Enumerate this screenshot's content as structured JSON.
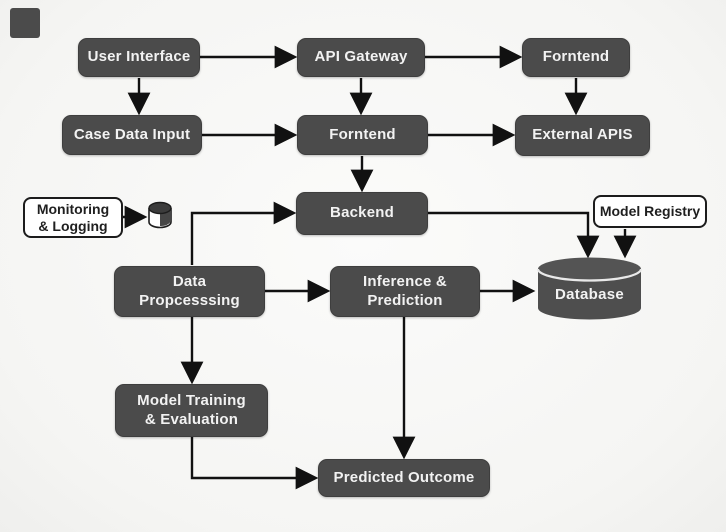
{
  "diagram": {
    "title": "ML system architecture flowchart",
    "nodes": {
      "user_interface": {
        "label": "User Interface"
      },
      "api_gateway": {
        "label": "API Gateway"
      },
      "frontend_top": {
        "label": "Forntend"
      },
      "case_data_input": {
        "label": "Case Data Input"
      },
      "frontend_mid": {
        "label": "Forntend"
      },
      "external_apis": {
        "label": "External APIS"
      },
      "monitoring_logging": {
        "label": "Monitoring\n& Logging"
      },
      "backend": {
        "label": "Backend"
      },
      "model_registry": {
        "label": "Model Registry"
      },
      "data_processing": {
        "label": "Data\nPropcesssing"
      },
      "inference_prediction": {
        "label": "Inference &\nPrediction"
      },
      "database": {
        "label": "Database"
      },
      "model_training": {
        "label": "Model Training\n& Evaluation"
      },
      "predicted_outcome": {
        "label": "Predicted Outcome"
      }
    },
    "icons": {
      "log_store": "database-cylinder-icon",
      "database": "database-cylinder"
    },
    "edges": [
      {
        "from": "User Interface",
        "to": "API Gateway"
      },
      {
        "from": "API Gateway",
        "to": "Forntend (top)"
      },
      {
        "from": "User Interface",
        "to": "Case Data Input"
      },
      {
        "from": "API Gateway",
        "to": "Forntend (middle)"
      },
      {
        "from": "Forntend (top)",
        "to": "External APIS"
      },
      {
        "from": "Case Data Input",
        "to": "Forntend (middle)"
      },
      {
        "from": "Forntend (middle)",
        "to": "External APIS"
      },
      {
        "from": "Forntend (middle)",
        "to": "Backend"
      },
      {
        "from": "Monitoring & Logging",
        "to": "log store"
      },
      {
        "from": "Data Propcesssing",
        "to": "Backend"
      },
      {
        "from": "Backend",
        "to": "Database"
      },
      {
        "from": "Model Registry",
        "to": "Database"
      },
      {
        "from": "Data Propcesssing",
        "to": "Inference & Prediction"
      },
      {
        "from": "Inference & Prediction",
        "to": "Database"
      },
      {
        "from": "Data Propcesssing",
        "to": "Model Training & Evaluation"
      },
      {
        "from": "Model Training & Evaluation",
        "to": "Predicted Outcome"
      },
      {
        "from": "Inference & Prediction",
        "to": "Predicted Outcome"
      }
    ],
    "colors": {
      "node_fill": "#4b4b4b",
      "node_border": "#3e3e3e",
      "node_text": "#f2f2f2",
      "outline_fill": "#ffffff",
      "outline_border": "#1c1c1c",
      "outline_text": "#1f1f1f",
      "arrow": "#111111",
      "background": "#f5f5f3"
    }
  }
}
